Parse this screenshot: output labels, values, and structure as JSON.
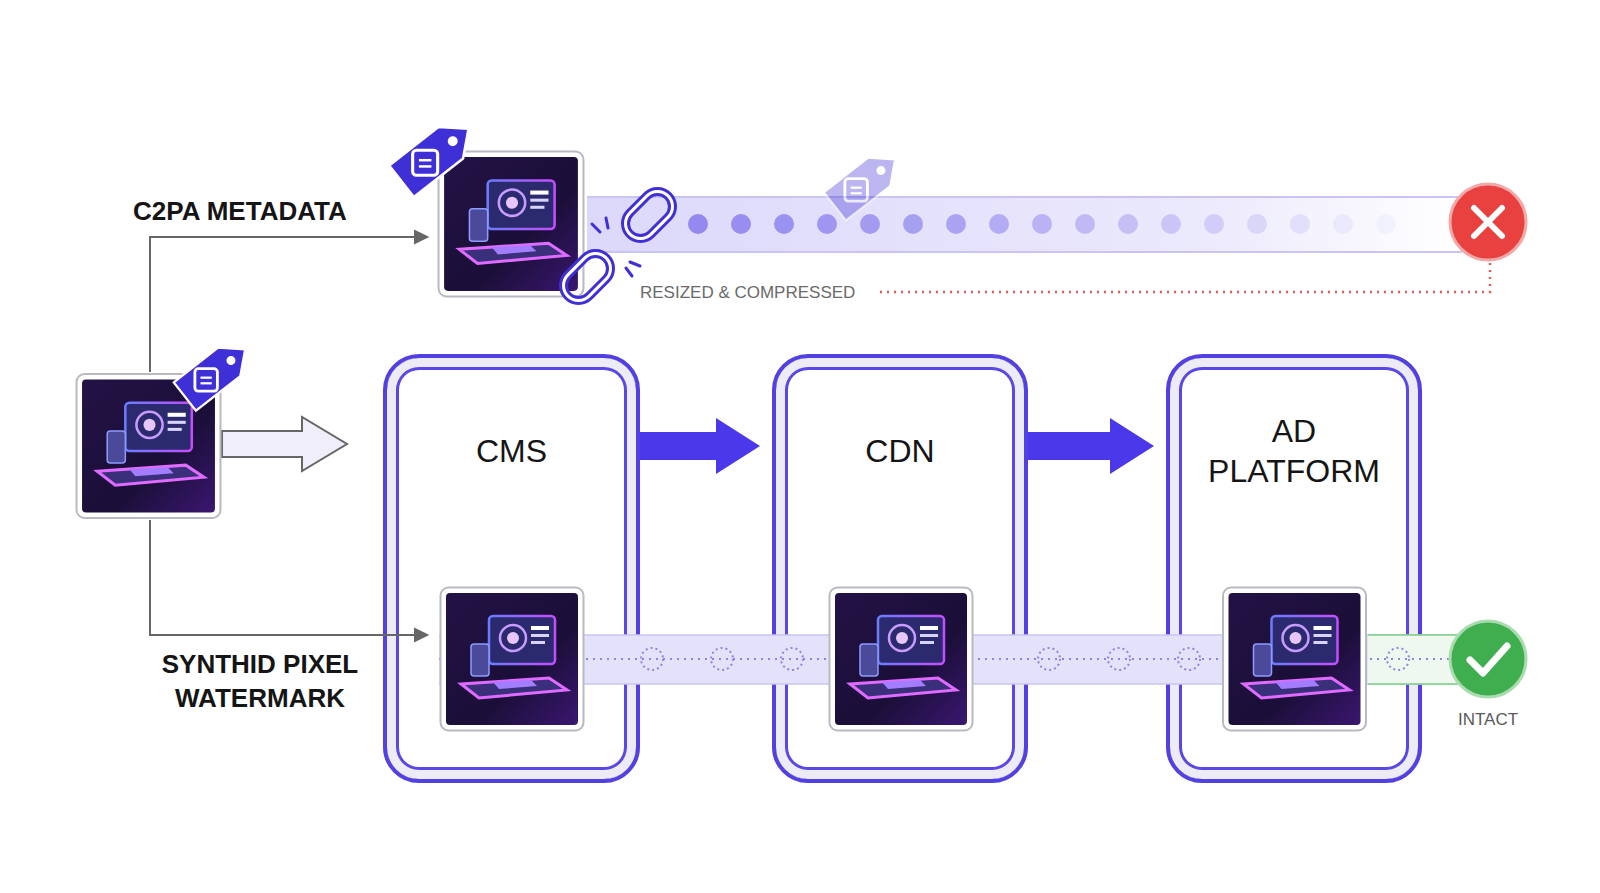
{
  "diagram": {
    "nodes": [
      {
        "text": [
          "CMS"
        ]
      },
      {
        "text": [
          "CDN"
        ]
      },
      {
        "text": [
          "AD PLATFORM"
        ]
      }
    ],
    "edges": [
      {
        "from": 0,
        "to": 1,
        "arrow": "to"
      },
      {
        "from": 1,
        "to": 2,
        "arrow": "to"
      }
    ],
    "labels": [
      "C2PA METADATA",
      "RESIZED & COMPRESSED",
      "SYNTHID PIXEL WATERMARK",
      "INTACT"
    ]
  }
}
